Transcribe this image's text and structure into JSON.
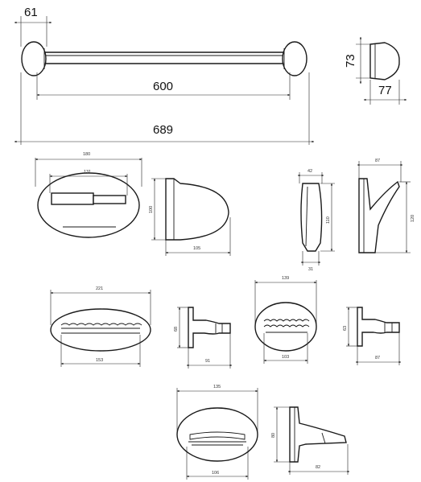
{
  "dimensions": {
    "towel_bar": {
      "end_cap": "61",
      "span": "600",
      "overall": "689"
    },
    "towel_bar_bracket": {
      "height": "73",
      "depth": "77"
    },
    "paper_holder": {
      "width": "180",
      "roll": "131",
      "height": "100",
      "depth": "105"
    },
    "robe_hook": {
      "face_width": "42",
      "face_height": "110",
      "face_bottom": "31",
      "side_width": "87",
      "side_height": "120"
    },
    "soap_dish_large": {
      "width": "221",
      "tray": "153",
      "height": "68",
      "depth": "91"
    },
    "soap_dish_medium": {
      "width": "139",
      "tray": "103",
      "height": "63",
      "depth": "87"
    },
    "soap_dish_small": {
      "width": "135",
      "tray": "106",
      "height": "80",
      "depth": "82"
    }
  }
}
